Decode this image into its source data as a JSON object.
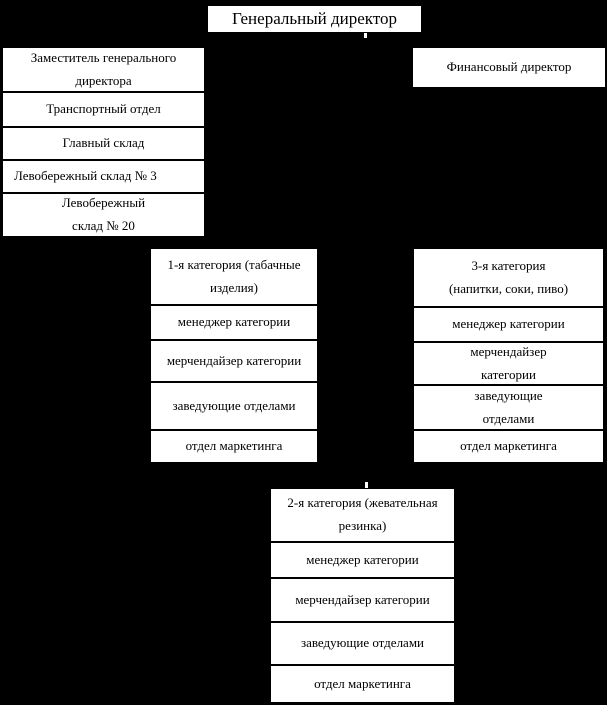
{
  "diagram": {
    "root": {
      "label": "Генеральный директор"
    },
    "finance": {
      "label": "Финансовый директор"
    },
    "admin_branch": {
      "items": [
        "Заместитель генерального\nдиректора",
        "Транспортный отдел",
        "Главный склад",
        "Левобережный склад № 3",
        "Левобережный\nсклад № 20"
      ]
    },
    "category1": {
      "items": [
        "1-я категория (табачные\nизделия)",
        "менеджер категории",
        "мерчендайзер категории",
        "заведующие отделами",
        "отдел маркетинга"
      ]
    },
    "category3": {
      "items": [
        "3-я категория\n(напитки, соки, пиво)",
        "менеджер категории",
        "мерчендайзер\nкатегории",
        "заведующие\nотделами",
        "отдел маркетинга"
      ]
    },
    "category2": {
      "items": [
        "2-я категория (жевательная\nрезинка)",
        "менеджер категории",
        "мерчендайзер категории",
        "заведующие отделами",
        "отдел маркетинга"
      ]
    }
  },
  "colors": {
    "background": "#000000",
    "box_fill": "#ffffff",
    "box_border": "#000000",
    "text": "#000000"
  }
}
